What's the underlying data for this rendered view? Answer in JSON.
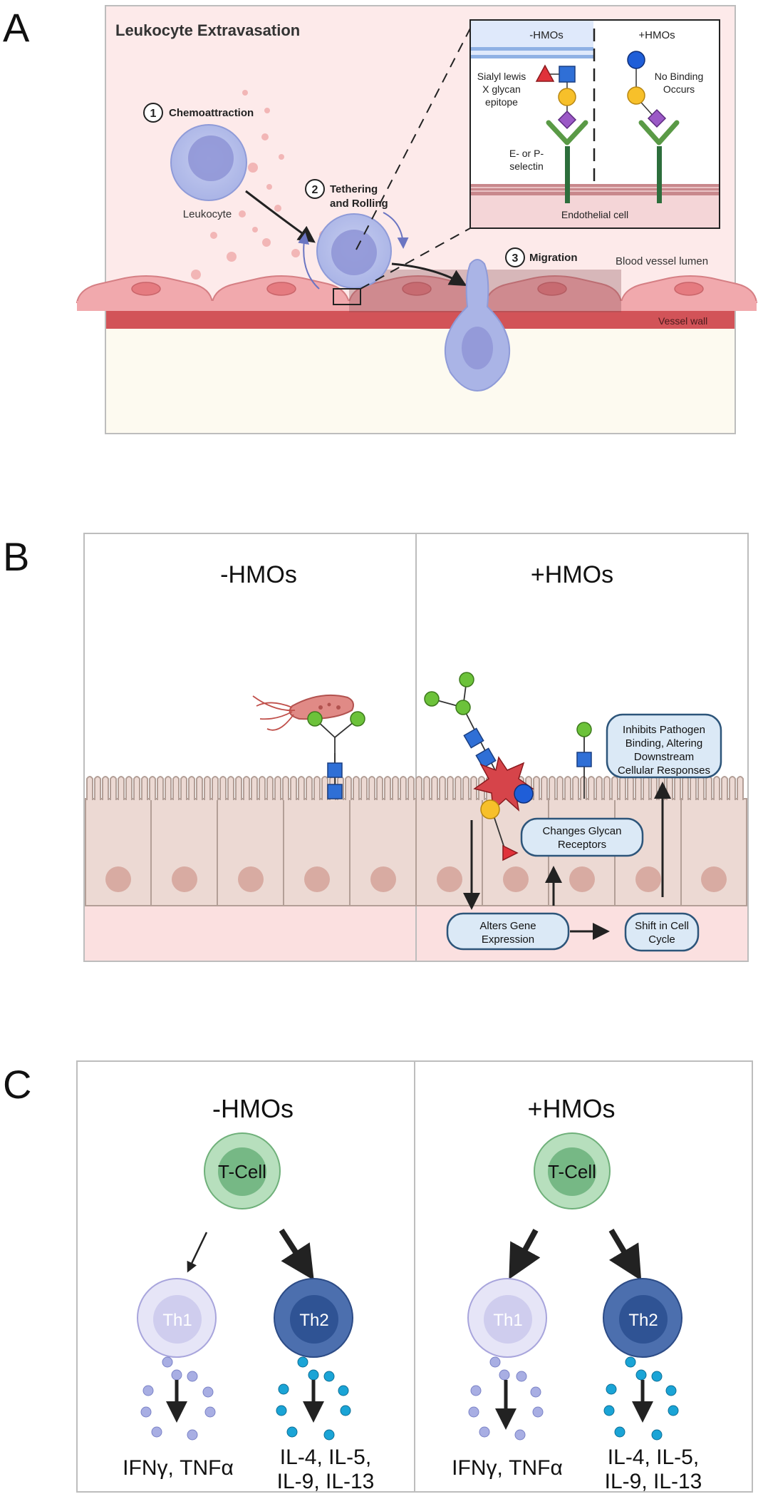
{
  "panel_a": {
    "letter": "A",
    "title": "Leukocyte Extravasation",
    "step1": {
      "num": "1",
      "label": "Chemoattraction"
    },
    "step2": {
      "num": "2",
      "label_line1": "Tethering",
      "label_line2": "and Rolling"
    },
    "step3": {
      "num": "3",
      "label": "Migration"
    },
    "leukocyte": "Leukocyte",
    "lumen": "Blood vessel lumen",
    "vessel_wall": "Vessel wall",
    "inset": {
      "minus": "-HMOs",
      "plus": "+HMOs",
      "sialyl_1": "Sialyl lewis",
      "sialyl_2": "X glycan",
      "sialyl_3": "epitope",
      "no_binding_1": "No Binding",
      "no_binding_2": "Occurs",
      "selectin_1": "E- or P-",
      "selectin_2": "selectin",
      "endothelial": "Endothelial cell"
    }
  },
  "panel_b": {
    "letter": "B",
    "minus": "-HMOs",
    "plus": "+HMOs",
    "inhibits_1": "Inhibits Pathogen",
    "inhibits_2": "Binding, Altering",
    "inhibits_3": "Downstream",
    "inhibits_4": "Cellular Responses",
    "changes_1": "Changes Glycan",
    "changes_2": "Receptors",
    "alters_1": "Alters Gene",
    "alters_2": "Expression",
    "shift_1": "Shift in Cell",
    "shift_2": "Cycle"
  },
  "panel_c": {
    "letter": "C",
    "minus": "-HMOs",
    "plus": "+HMOs",
    "tcell": "T-Cell",
    "th1": "Th1",
    "th2": "Th2",
    "th1_cytokines": "IFNγ, TNFα",
    "th2_cytokines_1": "IL-4, IL-5,",
    "th2_cytokines_2": "IL-9, IL-13"
  },
  "colors": {
    "glcnac": "#2f6fd6",
    "galactose": "#f7c02a",
    "fucose": "#e0323a",
    "sialic": "#9b59c6",
    "glucose": "#1f5ed8",
    "green": "#6cc23a"
  }
}
